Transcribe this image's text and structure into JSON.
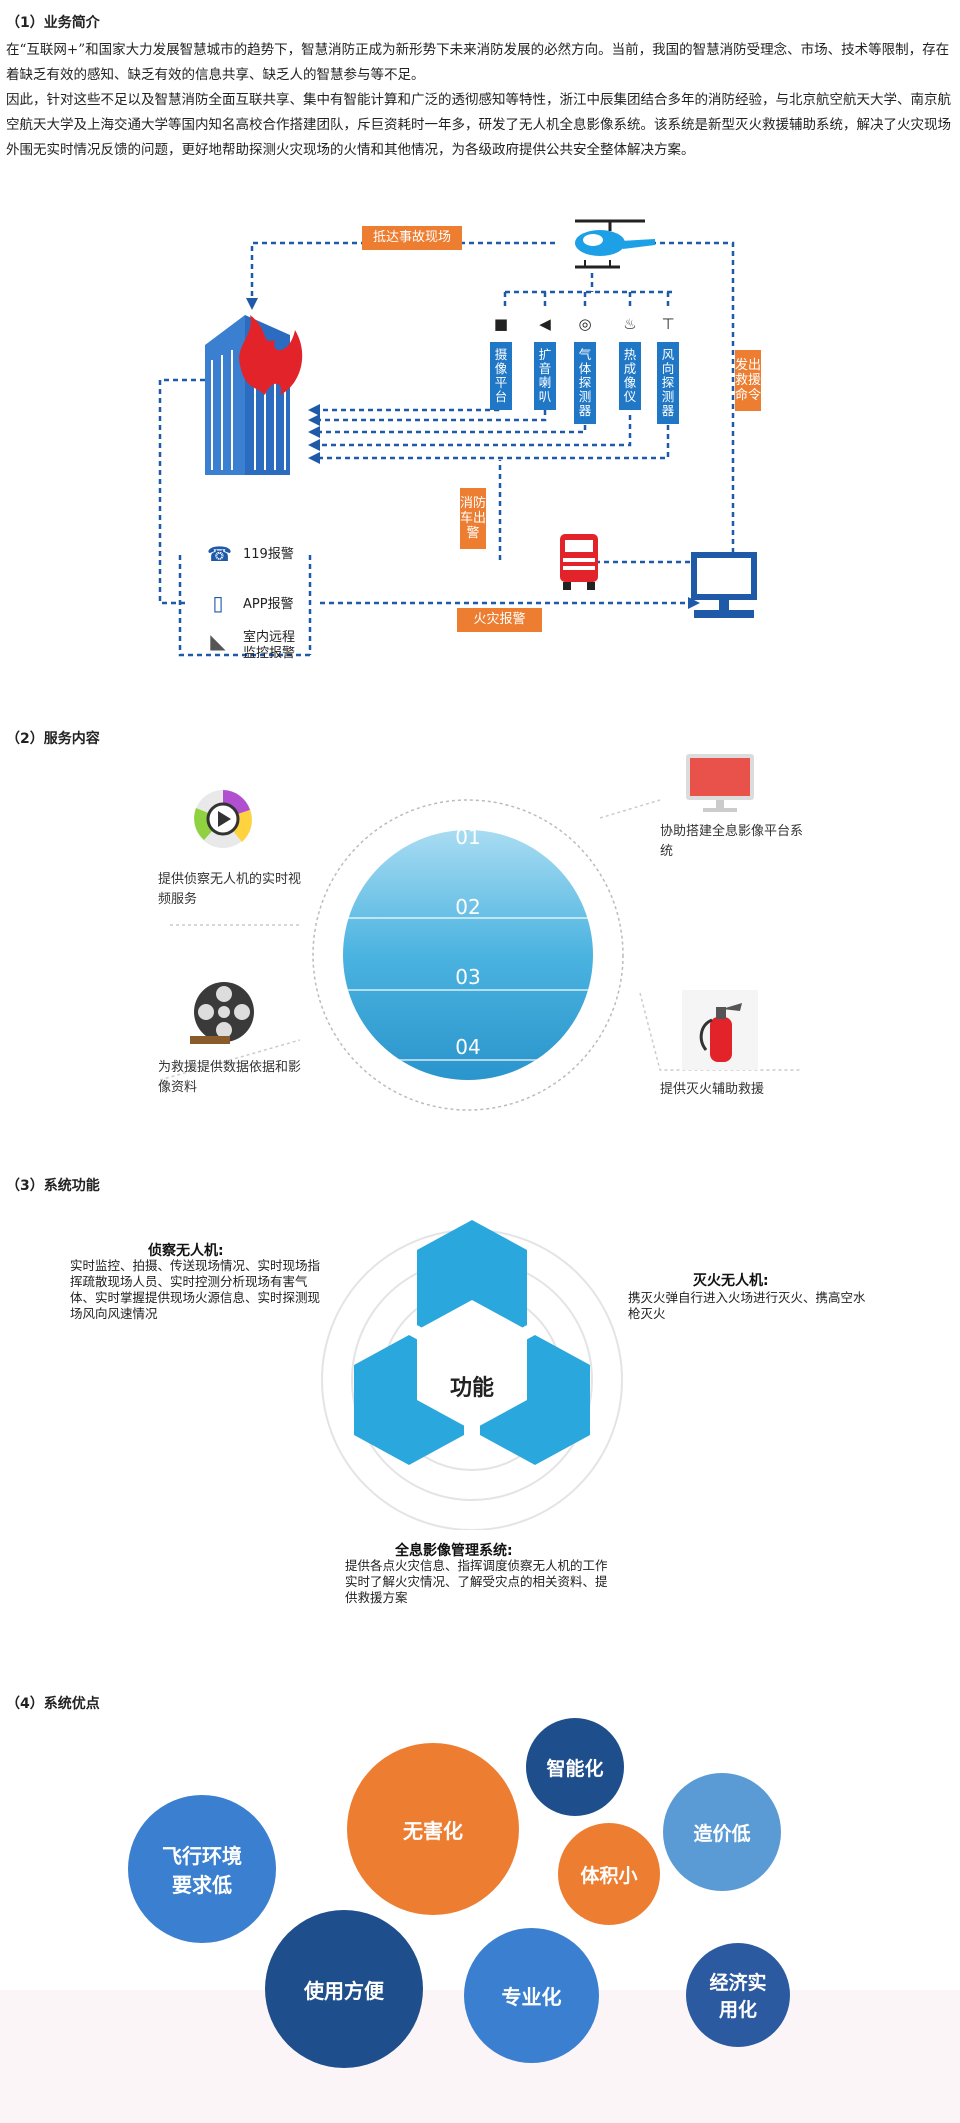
{
  "sections": {
    "s1": {
      "title": "（1）业务简介",
      "para1": "在“互联网+”和国家大力发展智慧城市的趋势下，智慧消防正成为新形势下未来消防发展的必然方向。当前，我国的智慧消防受理念、市场、技术等限制，存在着缺乏有效的感知、缺乏有效的信息共享、缺乏人的智慧参与等不足。",
      "para2": "因此，针对这些不足以及智慧消防全面互联共享、集中有智能计算和广泛的透彻感知等特性，浙江中辰集团结合多年的消防经验，与北京航空航天大学、南京航空航天大学及上海交通大学等国内知名高校合作搭建团队，斥巨资耗时一年多，研发了无人机全息影像系统。该系统是新型灭火救援辅助系统，解决了火灾现场外围无实时情况反馈的问题，更好地帮助探测火灾现场的火情和其他情况，为各级政府提供公共安全整体解决方案。"
    },
    "s2": {
      "title": "（2）服务内容"
    },
    "s3": {
      "title": "（3）系统功能"
    },
    "s4": {
      "title": "（4）系统优点"
    }
  },
  "diagram": {
    "tag_arrive": "抵达事故现场",
    "tag_dispatch": "发出救援命令",
    "tag_truck": "消防车出警",
    "tag_fire_alarm": "火灾报警",
    "devices": [
      {
        "icon": "camera-icon",
        "glyph": "■",
        "label": "摄像平台"
      },
      {
        "icon": "speaker-icon",
        "glyph": "◀",
        "label": "扩音喇叭"
      },
      {
        "icon": "gas-icon",
        "glyph": "◎",
        "label": "气体探测器"
      },
      {
        "icon": "thermal-icon",
        "glyph": "♨",
        "label": "热成像仪"
      },
      {
        "icon": "wind-icon",
        "glyph": "⊤",
        "label": "风向探测器"
      }
    ],
    "alarms": [
      {
        "icon": "phone-icon",
        "glyph": "☎",
        "label": "119报警"
      },
      {
        "icon": "mobile-icon",
        "glyph": "▯",
        "label": "APP报警"
      },
      {
        "icon": "cctv-icon",
        "glyph": "◣",
        "label": "室内远程监控报警"
      }
    ],
    "colors": {
      "blue": "#1f5aa8",
      "orange": "#ec7d31",
      "device": "#1f77c6"
    }
  },
  "services": {
    "numbers": [
      "01",
      "02",
      "03",
      "04"
    ],
    "items": [
      {
        "icon": "video-play-icon",
        "text": "提供侦察无人机的实时视频服务"
      },
      {
        "icon": "monitor-icon",
        "text": "协助搭建全息影像平台系统"
      },
      {
        "icon": "film-reel-icon",
        "text": "为救援提供数据依据和影像资料"
      },
      {
        "icon": "extinguisher-icon",
        "text": "提供灭火辅助救援"
      }
    ]
  },
  "functions": {
    "center": "功能",
    "recon": {
      "title": "侦察无人机:",
      "body": "实时监控、拍摄、传送现场情况、实时现场指挥疏散现场人员、实时控测分析现场有害气体、实时掌握提供现场火源信息、实时探测现场风向风速情况"
    },
    "fire": {
      "title": "灭火无人机:",
      "body": "携灭火弹自行进入火场进行灭火、携高空水枪灭火"
    },
    "holo": {
      "title": "全息影像管理系统:",
      "body": "提供各点火灾信息、指挥调度侦察无人机的工作实时了解火灾情况、了解受灾点的相关资料、提供救援方案"
    }
  },
  "advantages": [
    {
      "label": "智能化",
      "color": "#1f4e8c"
    },
    {
      "label": "无害化",
      "color": "#ec7d31"
    },
    {
      "label": "飞行环境要求低",
      "color": "#3b7fd0"
    },
    {
      "label": "造价低",
      "color": "#5b9bd5"
    },
    {
      "label": "体积小",
      "color": "#ec7d31"
    },
    {
      "label": "使用方便",
      "color": "#1f4e8c"
    },
    {
      "label": "专业化",
      "color": "#3b7fd0"
    },
    {
      "label": "经济实用化",
      "color": "#2c5aa0"
    }
  ]
}
